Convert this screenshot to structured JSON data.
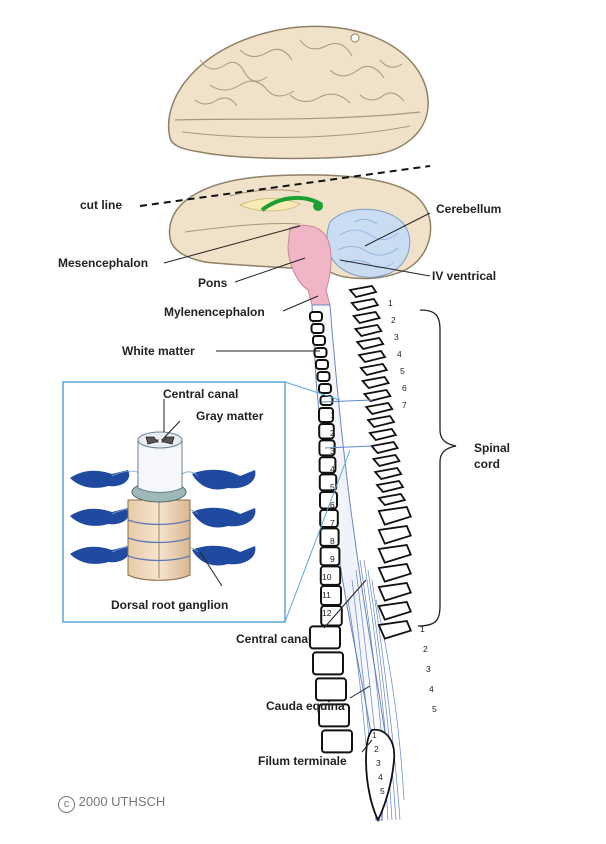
{
  "labels": {
    "cut_line": "cut line",
    "cerebellum": "Cerebellum",
    "mesencephalon": "Mesencephalon",
    "pons": "Pons",
    "iv_ventrical": "IV ventrical",
    "mylenencephalon": "Mylenencephalon",
    "white_matter": "White matter",
    "central_canal_inset": "Central canal",
    "gray_matter": "Gray matter",
    "dorsal_root_ganglion": "Dorsal root ganglion",
    "spinal_cord_line1": "Spinal",
    "spinal_cord_line2": "cord",
    "central_canal": "Central canal",
    "cauda_equina": "Cauda equina",
    "filum_terminale": "Filum terminale"
  },
  "vertebra_numbers": {
    "right_cervical": [
      "1",
      "2",
      "3",
      "4",
      "5",
      "6",
      "7"
    ],
    "left_thoracic": [
      "1",
      "2",
      "3",
      "4",
      "5",
      "6",
      "7",
      "8",
      "9",
      "10",
      "11",
      "12"
    ],
    "right_lumbar": [
      "1",
      "2",
      "3",
      "4",
      "5"
    ],
    "sacral": [
      "1",
      "2",
      "3",
      "4",
      "5"
    ]
  },
  "copyright": {
    "symbol": "c",
    "text": "2000 UTHSCH"
  },
  "colors": {
    "brain": "#efe0c4",
    "brain_outline": "#9a8a6e",
    "pons": "#f0b6c6",
    "cerebellum": "#c9dcf2",
    "corpus_callosum": "#1ea031",
    "nerve_blue": "#1f4aa0",
    "inset_border": "#5aa6d6",
    "cord_fill": "#f1f4fb"
  }
}
